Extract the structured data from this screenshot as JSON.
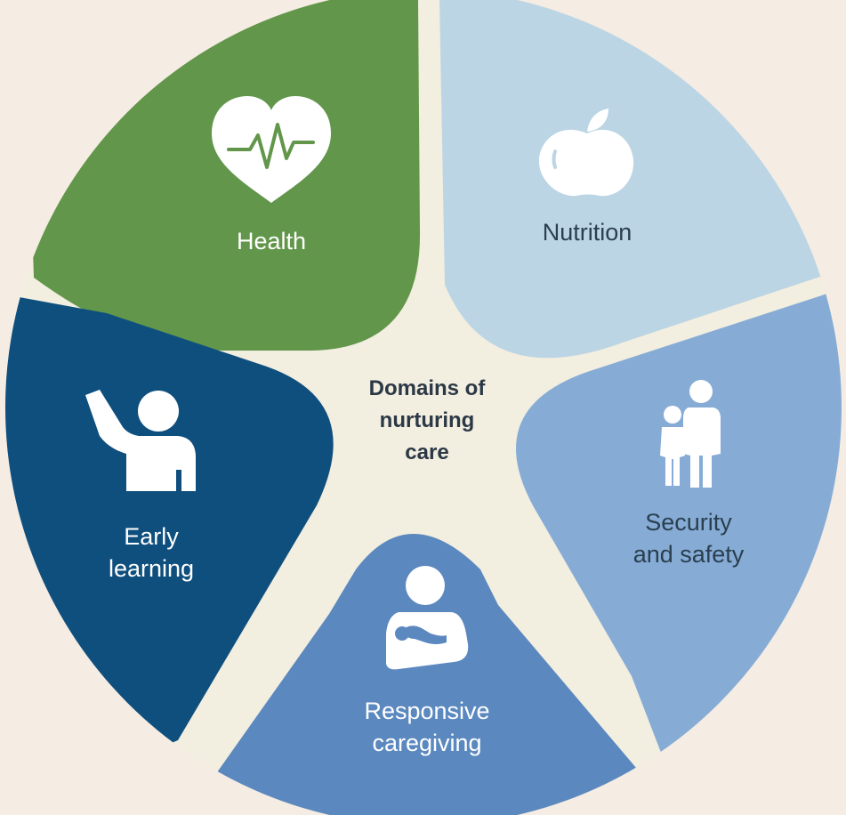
{
  "center": {
    "line1": "Domains of",
    "line2": "nurturing",
    "line3": "care"
  },
  "segments": {
    "health": {
      "label": "Health",
      "color": "#62964a",
      "icon": "heart-pulse-icon"
    },
    "nutrition": {
      "label": "Nutrition",
      "color": "#bcd5e5",
      "icon": "apple-icon"
    },
    "security": {
      "line1": "Security",
      "line2": "and safety",
      "color": "#86acd6",
      "icon": "family-icon"
    },
    "responsive": {
      "line1": "Responsive",
      "line2": "caregiving",
      "color": "#5b88bf",
      "icon": "caregiver-holding-baby-icon"
    },
    "learning": {
      "line1": "Early",
      "line2": "learning",
      "color": "#0f4f7e",
      "icon": "raised-hand-person-icon"
    }
  },
  "colors": {
    "page_background": "#f5ece3",
    "circle_background": "#f2eee0",
    "center_text": "#2b3845"
  }
}
